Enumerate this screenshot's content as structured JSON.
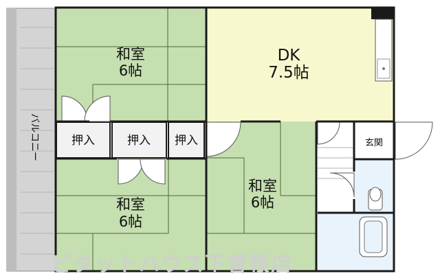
{
  "rooms": {
    "washitsu_nw": {
      "line1": "和室",
      "line2": "6帖"
    },
    "dk": {
      "line1": "DK",
      "line2": "7.5帖"
    },
    "washitsu_sw": {
      "line1": "和室",
      "line2": "6帖"
    },
    "washitsu_c": {
      "line1": "和室",
      "line2": "6帖"
    }
  },
  "closets": [
    "押入",
    "押入",
    "押入"
  ],
  "entrance": "玄関",
  "balcony": "バルコニー",
  "watermark": "ピタットハウス下曽根店",
  "colors": {
    "tatami": "#c5dfb0",
    "dk": "#f8f8cf",
    "wet": "#e9f3fb",
    "closet": "#f2f2f2",
    "balcony": "#d4d4d4",
    "wall": "#1a1a1a"
  }
}
